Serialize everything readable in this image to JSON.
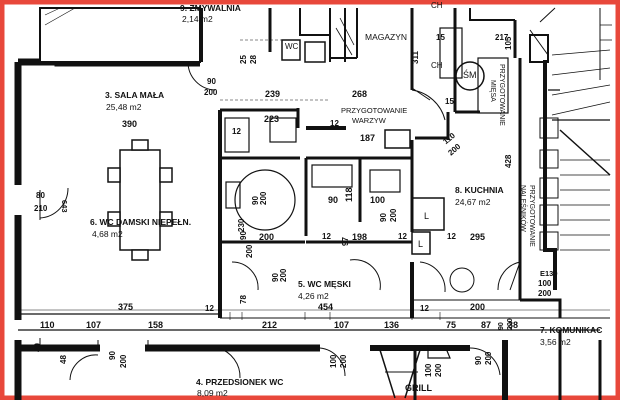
{
  "colors": {
    "border": "#e8483b",
    "ink": "#111111",
    "paper": "#ffffff"
  },
  "rooms": {
    "zmywalnia": {
      "name": "9. ZMYWALNIA",
      "area": "2,14 m2"
    },
    "sala_mala": {
      "name": "3. SALA MAŁA",
      "area": "25,48 m2"
    },
    "magazyn": {
      "name": "MAGAZYN"
    },
    "przygotowanie_warzyw": {
      "name": "PRZYGOTOWANIE",
      "name2": "WARZYW"
    },
    "kuchnia": {
      "name": "8. KUCHNIA",
      "area": "24,67 m2"
    },
    "wc_damski": {
      "name": "6. WC DAMSKI NIEPEŁN.",
      "area": "4,68 m2"
    },
    "wc_meski": {
      "name": "5. WC MĘSKI",
      "area": "4,26 m2"
    },
    "przedsionek": {
      "name": "4. PRZEDSIONEK WC",
      "area": "8,09 m2"
    },
    "komunikacja": {
      "name": "7. KOMUNIKAC",
      "area": "3,56 m2"
    },
    "przygotowanie_miesa": {
      "name": "PRZYGOTOWANIE",
      "name2": "MIĘSA"
    },
    "przygotowanie_nalesnikow": {
      "name": "PRZYGOTOWANIE",
      "name2": "NALEŚNIKÓW"
    }
  },
  "symbols": {
    "wc": "WC",
    "sm": "ŚM",
    "ch_top": "CH",
    "ch_mid": "CH",
    "l1": "L",
    "l2": "L",
    "grill": "GRILL"
  },
  "dims": {
    "d_239": "239",
    "d_223": "223",
    "d_268": "268",
    "d_390": "390",
    "d_187": "187",
    "d_12a": "12",
    "d_12b": "12",
    "d_12c": "12",
    "d_12d": "12",
    "d_12e": "12",
    "d_12f": "12",
    "d_12g": "12",
    "d_90a": "90",
    "d_100a": "100",
    "d_118": "118",
    "d_200a": "200",
    "d_97": "97",
    "d_198": "198",
    "d_295": "295",
    "d_454": "454",
    "d_375": "375",
    "d_200b": "200",
    "d_110": "110",
    "d_107a": "107",
    "d_158": "158",
    "d_212": "212",
    "d_107b": "107",
    "d_136": "136",
    "d_75": "75",
    "d_87": "87",
    "d_38": "38",
    "d_80": "80",
    "d_210": "210",
    "d_90_200_a": "90",
    "d_90_200_a2": "200",
    "d_90_200_b": "90",
    "d_90_200_b2": "200",
    "d_90_200_c": "90",
    "d_90_200_c2": "200",
    "d_90_200_d": "90",
    "d_90_200_d2": "200",
    "d_100_200_a": "100",
    "d_100_200_a2": "200",
    "d_100_200_b": "100",
    "d_100_200_b2": "200",
    "d_90_200_e": "90",
    "d_90_200_e2": "200",
    "d_90_200_f": "90",
    "d_90_200_f2": "200",
    "d_90_200_g": "90",
    "d_90_200_g2": "200",
    "d_110_200": "110",
    "d_110_200b": "200",
    "d_100_200_c": "100",
    "d_100_200_c2": "200",
    "d_217": "217",
    "d_15": "15",
    "d_311": "311",
    "d_15b": "15",
    "d_428": "428",
    "d_230": "230",
    "d_78": "78",
    "d_40": "40",
    "d_48": "48",
    "d_25": "25",
    "d_28": "28",
    "d_105": "105",
    "e130": "E130",
    "d_90_200_h": "90",
    "d_90_200_h2": "200",
    "d_643": "643"
  }
}
